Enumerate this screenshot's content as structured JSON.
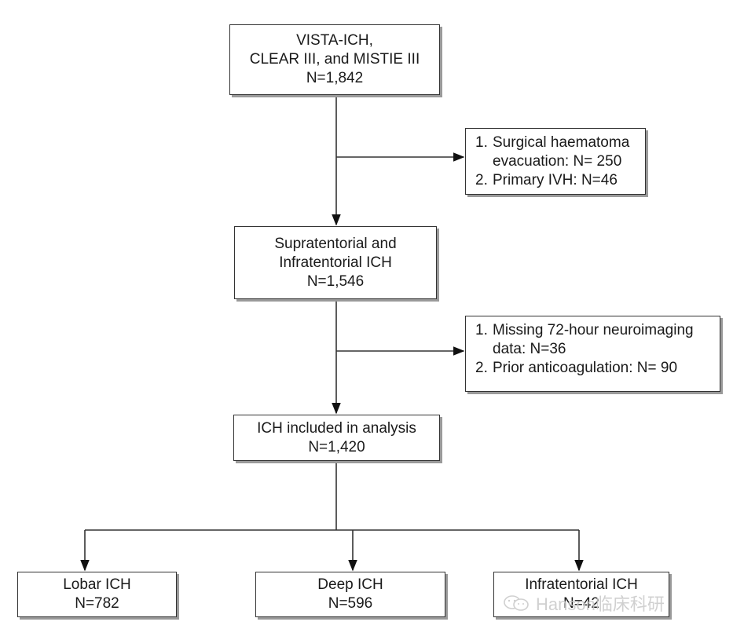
{
  "nodes": {
    "source": {
      "lines": [
        "VISTA-ICH,",
        "CLEAR III, and MISTIE III",
        "N=1,842"
      ]
    },
    "exclusion1": {
      "items": [
        {
          "num": "1.",
          "lines": [
            "Surgical haematoma",
            "evacuation: N= 250"
          ]
        },
        {
          "num": "2.",
          "lines": [
            "Primary IVH: N=46"
          ]
        }
      ]
    },
    "supra": {
      "lines": [
        "Supratentorial and",
        "Infratentorial ICH",
        "N=1,546"
      ]
    },
    "exclusion2": {
      "items": [
        {
          "num": "1.",
          "lines": [
            "Missing 72-hour neuroimaging",
            "data: N=36"
          ]
        },
        {
          "num": "2.",
          "lines": [
            "Prior anticoagulation: N= 90"
          ]
        }
      ]
    },
    "included": {
      "lines": [
        "ICH included in analysis",
        "N=1,420"
      ]
    },
    "lobar": {
      "lines": [
        "Lobar ICH",
        "N=782"
      ]
    },
    "deep": {
      "lines": [
        "Deep ICH",
        "N=596"
      ]
    },
    "infra": {
      "lines": [
        "Infratentorial ICH",
        "N=42"
      ]
    }
  },
  "watermark": {
    "text": "Hanson临床科研",
    "icon": "wechat-icon"
  }
}
